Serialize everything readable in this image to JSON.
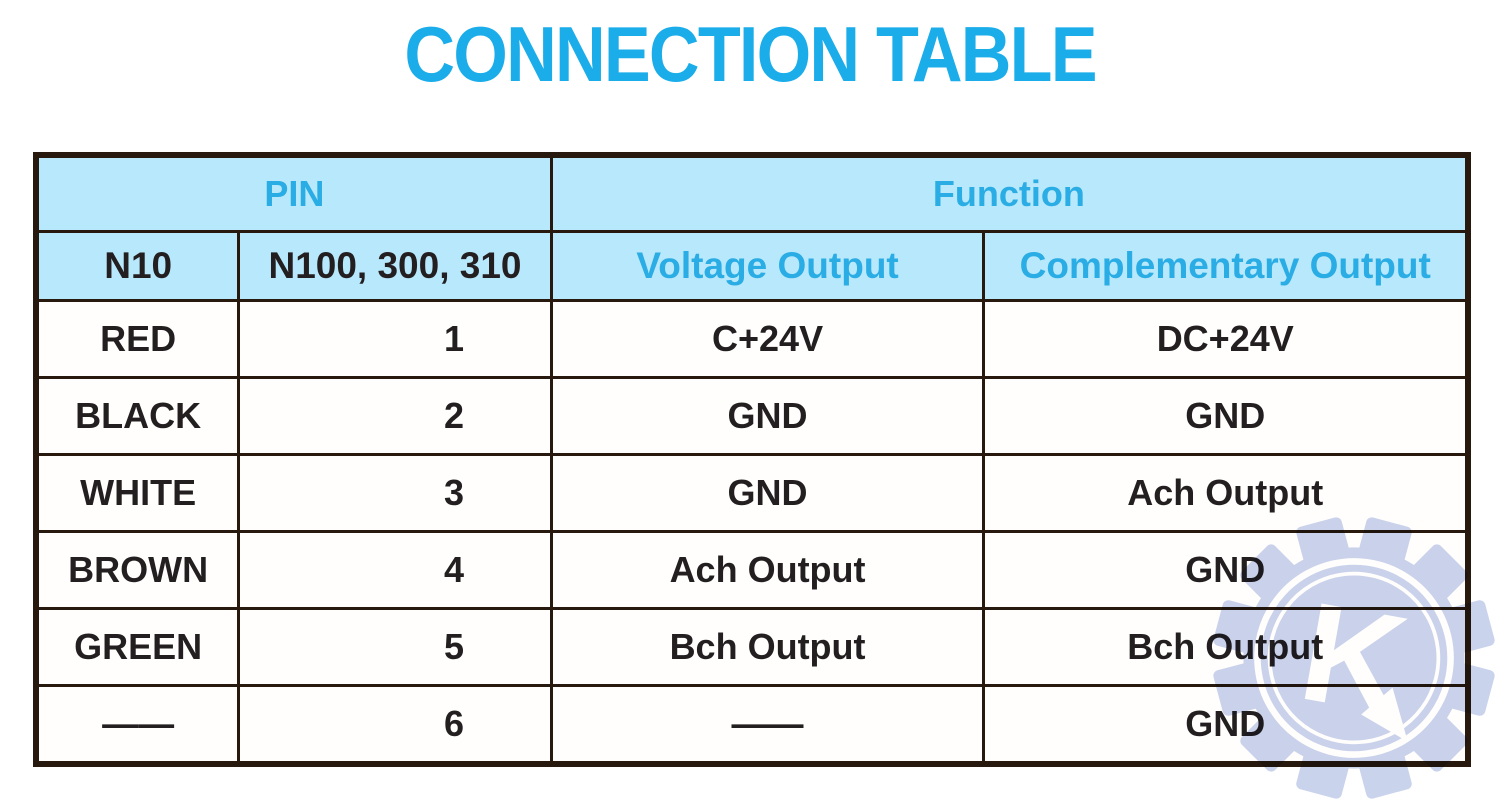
{
  "page": {
    "title": "CONNECTION TABLE"
  },
  "colors": {
    "accent_cyan": "#1badea",
    "header_cyan_text": "#2aace5",
    "header_bg": "#b8e8fc",
    "table_border": "#28190e",
    "body_text": "#231f20",
    "watermark_fill": "#c9d3ec"
  },
  "table": {
    "group_headers": {
      "pin_label": "PIN",
      "function_label": "Function"
    },
    "sub_headers": {
      "n10_label": "N10",
      "n100_label": "N100, 300, 310",
      "voltage_label": "Voltage Output",
      "complementary_label": "Complementary Output"
    },
    "rows": [
      {
        "wire": "RED",
        "pin": "1",
        "voltage_output": "C+24V",
        "complementary_output": "DC+24V"
      },
      {
        "wire": "BLACK",
        "pin": "2",
        "voltage_output": "GND",
        "complementary_output": "GND"
      },
      {
        "wire": "WHITE",
        "pin": "3",
        "voltage_output": "GND",
        "complementary_output": "Ach Output"
      },
      {
        "wire": "BROWN",
        "pin": "4",
        "voltage_output": "Ach Output",
        "complementary_output": "GND"
      },
      {
        "wire": "GREEN",
        "pin": "5",
        "voltage_output": "Bch Output",
        "complementary_output": "Bch Output"
      },
      {
        "wire": "——",
        "pin": "6",
        "voltage_output": "——",
        "complementary_output": "GND"
      }
    ]
  },
  "watermark": {
    "letter": "K"
  }
}
